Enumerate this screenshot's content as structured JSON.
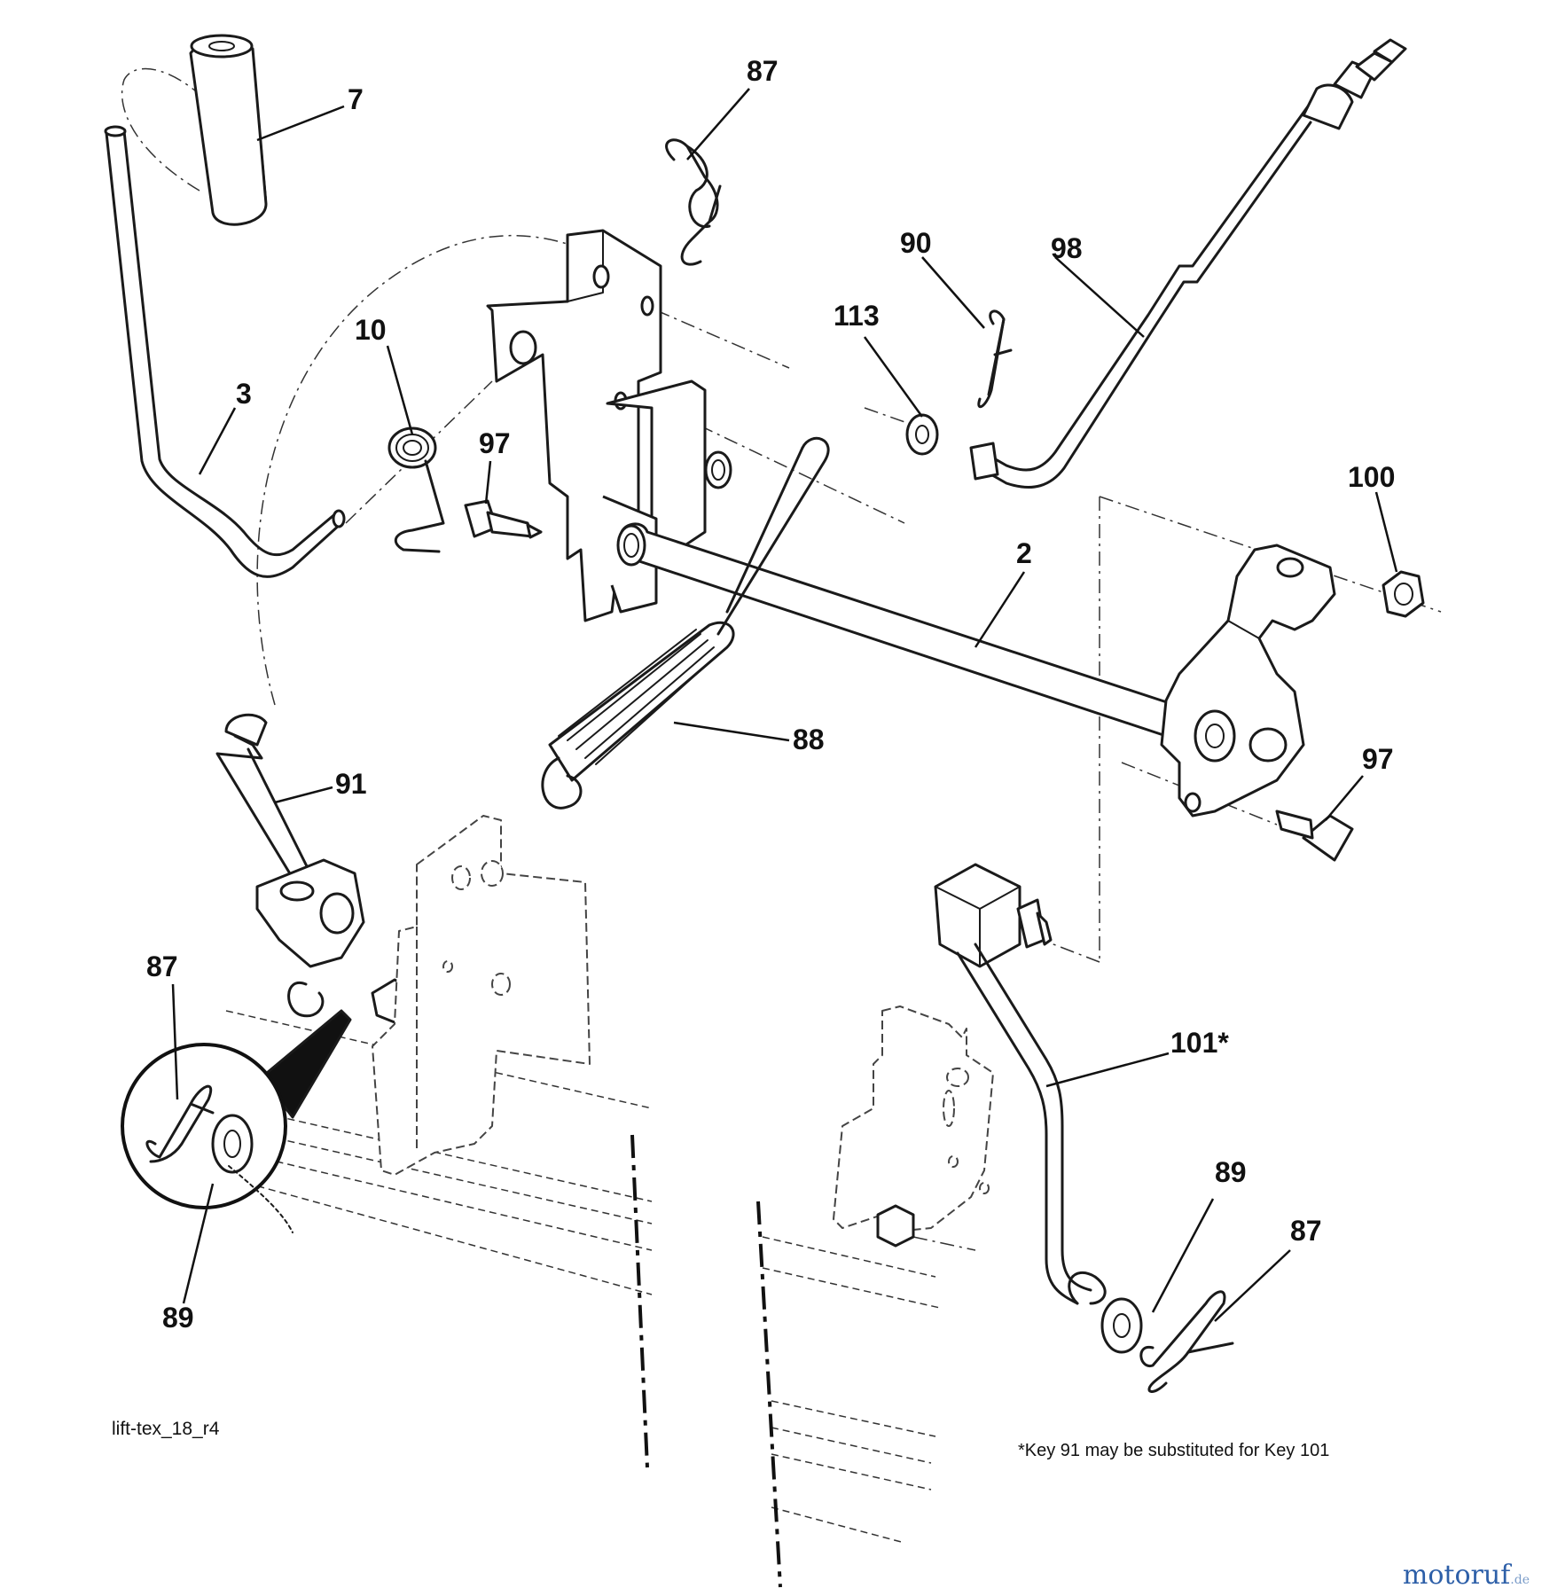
{
  "callouts": [
    {
      "id": "c7",
      "label": "7"
    },
    {
      "id": "c87a",
      "label": "87"
    },
    {
      "id": "c90",
      "label": "90"
    },
    {
      "id": "c98",
      "label": "98"
    },
    {
      "id": "c113",
      "label": "113"
    },
    {
      "id": "c10",
      "label": "10"
    },
    {
      "id": "c3",
      "label": "3"
    },
    {
      "id": "c97a",
      "label": "97"
    },
    {
      "id": "c100",
      "label": "100"
    },
    {
      "id": "c2",
      "label": "2"
    },
    {
      "id": "c88",
      "label": "88"
    },
    {
      "id": "c91",
      "label": "91"
    },
    {
      "id": "c97b",
      "label": "97"
    },
    {
      "id": "c87b",
      "label": "87"
    },
    {
      "id": "c101",
      "label": "101*"
    },
    {
      "id": "c89a",
      "label": "89"
    },
    {
      "id": "c89b",
      "label": "89"
    },
    {
      "id": "c87c",
      "label": "87"
    }
  ],
  "diagram_id": "lift-tex_18_r4",
  "footnote": "*Key 91 may be substituted for Key 101",
  "watermark": {
    "main": "motoruf",
    "tld": ".de"
  }
}
